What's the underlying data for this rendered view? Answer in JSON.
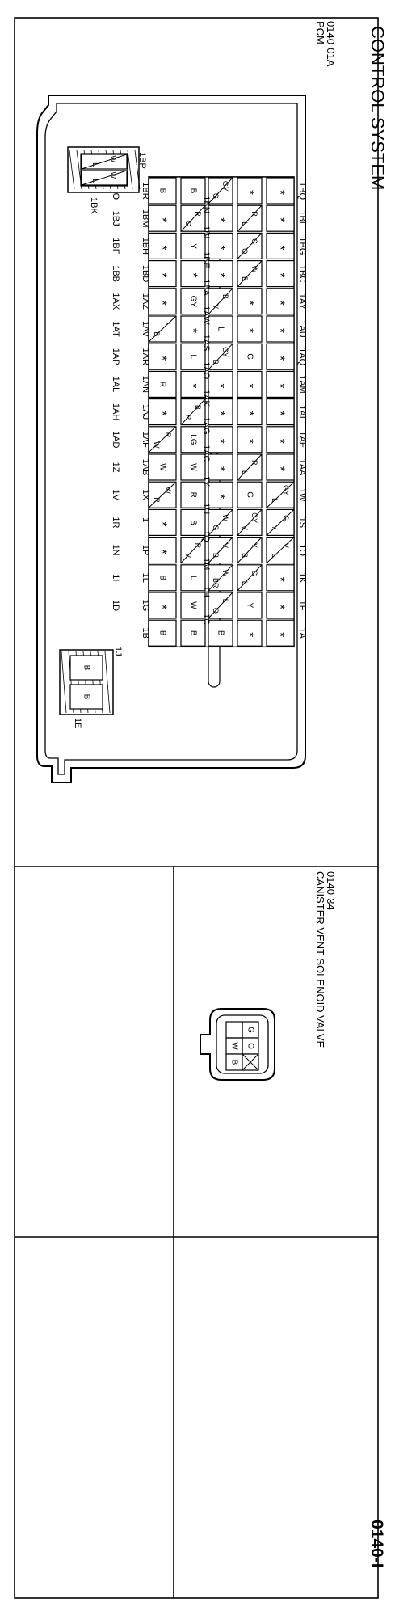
{
  "page": {
    "title": "CONTROL SYSTEM",
    "page_number": "0140-I"
  },
  "pcm": {
    "code": "0140-01A",
    "name": "PCM",
    "top_row_ids": [
      "1BQ",
      "1BL",
      "1BG",
      "1BC",
      "1AY",
      "1AU",
      "1AQ",
      "1AM",
      "1AI",
      "1AE",
      "1AA",
      "1W",
      "1S",
      "1O",
      "1K",
      "1F",
      "1A"
    ],
    "left_row_ids": [
      "1BR",
      "1BM",
      "1BH",
      "1BD",
      "1AZ",
      "1AV",
      "1AR",
      "1AN",
      "1AJ",
      "1AF",
      "1AB",
      "1X",
      "1T",
      "1P",
      "1L",
      "1G",
      "1B"
    ],
    "inner_row_ids": [
      "1BN",
      "1BI",
      "1BE",
      "1BA",
      "1AW",
      "1AS",
      "1AO",
      "1AK",
      "1AG",
      "1AC",
      "1Y",
      "1U",
      "1Q",
      "1M",
      "1H",
      "1C"
    ],
    "bottom_row_ids": [
      "1BO",
      "1BJ",
      "1BF",
      "1BB",
      "1AX",
      "1AT",
      "1AP",
      "1AL",
      "1AH",
      "1AD",
      "1Z",
      "1V",
      "1R",
      "1N",
      "1I",
      "1D"
    ],
    "col_top": [
      "*",
      "*",
      "*",
      "*",
      "*",
      "*",
      "*",
      "*",
      "*",
      "*",
      "*",
      "GY/L",
      "G/Y",
      "V/L",
      "*",
      "*",
      "*"
    ],
    "col_b": [
      "*",
      "R/L",
      "G/O",
      "W/B",
      "*",
      "*",
      "G",
      "*",
      "*",
      "*",
      "R/L",
      "G",
      "GY/V",
      "Y/B",
      "G/L",
      "Y",
      "*"
    ],
    "col_c": [
      "GY/G",
      "*",
      "*",
      "*",
      "B/Y",
      "L",
      "GY/B",
      "*",
      "*",
      "*",
      "*",
      "*",
      "W/G",
      "V/B",
      "W/BR",
      "L/O",
      "B"
    ],
    "col_d": [
      "B",
      "R/G",
      "Y",
      "*",
      "GY",
      "*",
      "L",
      "*",
      "B/R",
      "LG",
      "W",
      "R",
      "B",
      "R/V",
      "L",
      "W",
      "B"
    ],
    "col_e": [
      "B",
      "*",
      "*",
      "*",
      "*",
      "L/B",
      "*",
      "R",
      "*",
      "R/W",
      "W",
      "W/R",
      "*",
      "*",
      "B",
      "*",
      "B"
    ],
    "small_block_labels": [
      "1BP",
      "1BK"
    ],
    "small_block_pins": [
      "W/L",
      "W/L"
    ],
    "b_block_labels": [
      "1J",
      "1E"
    ],
    "b_block_pins": [
      "B",
      "B"
    ]
  },
  "canister": {
    "code": "0140-34",
    "name": "CANISTER VENT SOLENOID VALVE",
    "pins": [
      "G",
      "O",
      "W",
      "B"
    ]
  }
}
